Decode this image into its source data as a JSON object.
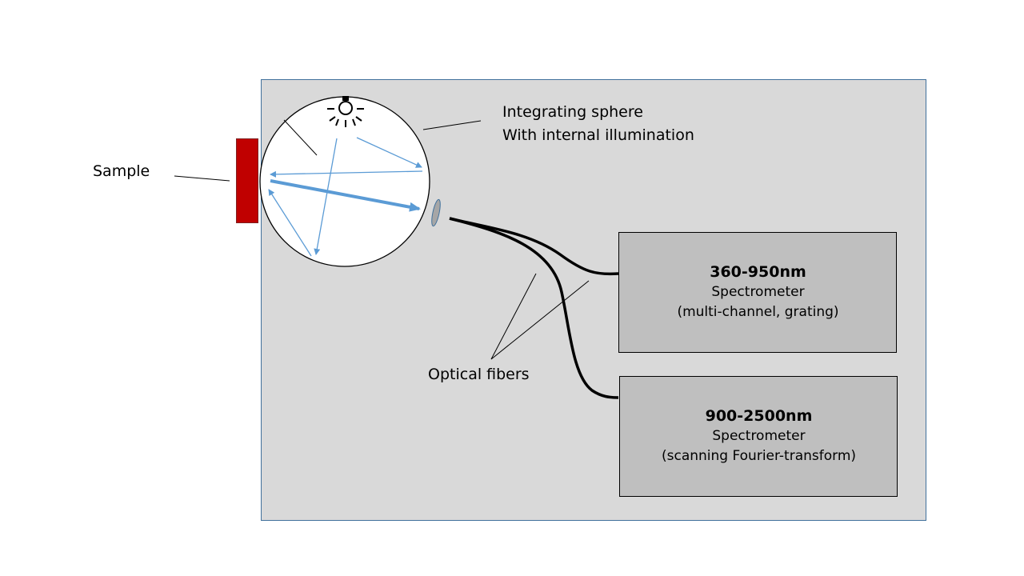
{
  "labels": {
    "sample": "Sample",
    "sphere_line1": "Integrating sphere",
    "sphere_line2": "With internal illumination",
    "fibers": "Optical fibers"
  },
  "spectrometers": [
    {
      "range": "360-950nm",
      "type": "Spectrometer",
      "detail": "(multi-channel, grating)"
    },
    {
      "range": "900-2500nm",
      "type": "Spectrometer",
      "detail": "(scanning Fourier-transform)"
    }
  ],
  "colors": {
    "enclosure_fill": "#d9d9d9",
    "enclosure_border": "#41719c",
    "sample": "#c00000",
    "ray": "#5b9bd5",
    "box_fill": "#bfbfbf",
    "lens_fill": "#a6a6a6"
  },
  "icons": {
    "lamp": "light-bulb-icon"
  }
}
